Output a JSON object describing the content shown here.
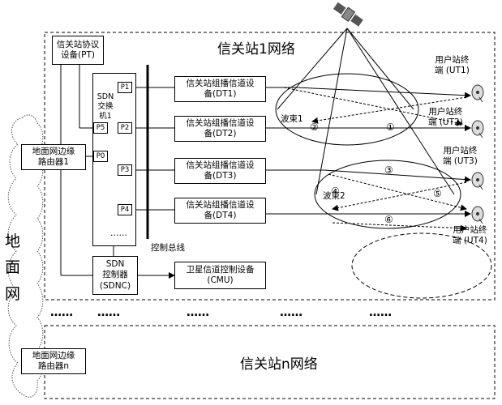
{
  "network1_title": "信关站1网络",
  "networkn_title": "信关站n网络",
  "ground_network": "地\n面\n网",
  "pt": "信关站协议\n设备(PT)",
  "edge_router_1": "地面网边缘\n路由器1",
  "edge_router_n": "地面网边缘\n路由器n",
  "sdn_switch": "SDN\n交换机1",
  "ports": [
    "P1",
    "P2",
    "P5",
    "P0",
    "P3",
    "P4"
  ],
  "switch_dots": "……",
  "dt": [
    "信关站组播信道设\n备(DT1)",
    "信关站组播信道设\n备(DT2)",
    "信关站组播信道设\n备(DT3)",
    "信关站组播信道设\n备(DT4)"
  ],
  "control_bus": "控制总线",
  "sdnc": "SDN\n控制器\n(SDNC)",
  "cmu": "卫星信道控制设备\n(CMU)",
  "beam1": "波束1",
  "beam2": "波束2",
  "ut": [
    "用户站终\n端 (UT1)",
    "用户站终\n端 (UT2)",
    "用户站终\n端 (UT3)",
    "用户站终\n端 (UT4)"
  ],
  "paths": [
    "①",
    "②",
    "③",
    "④",
    "⑤",
    "⑥"
  ],
  "separator_dots": "……"
}
